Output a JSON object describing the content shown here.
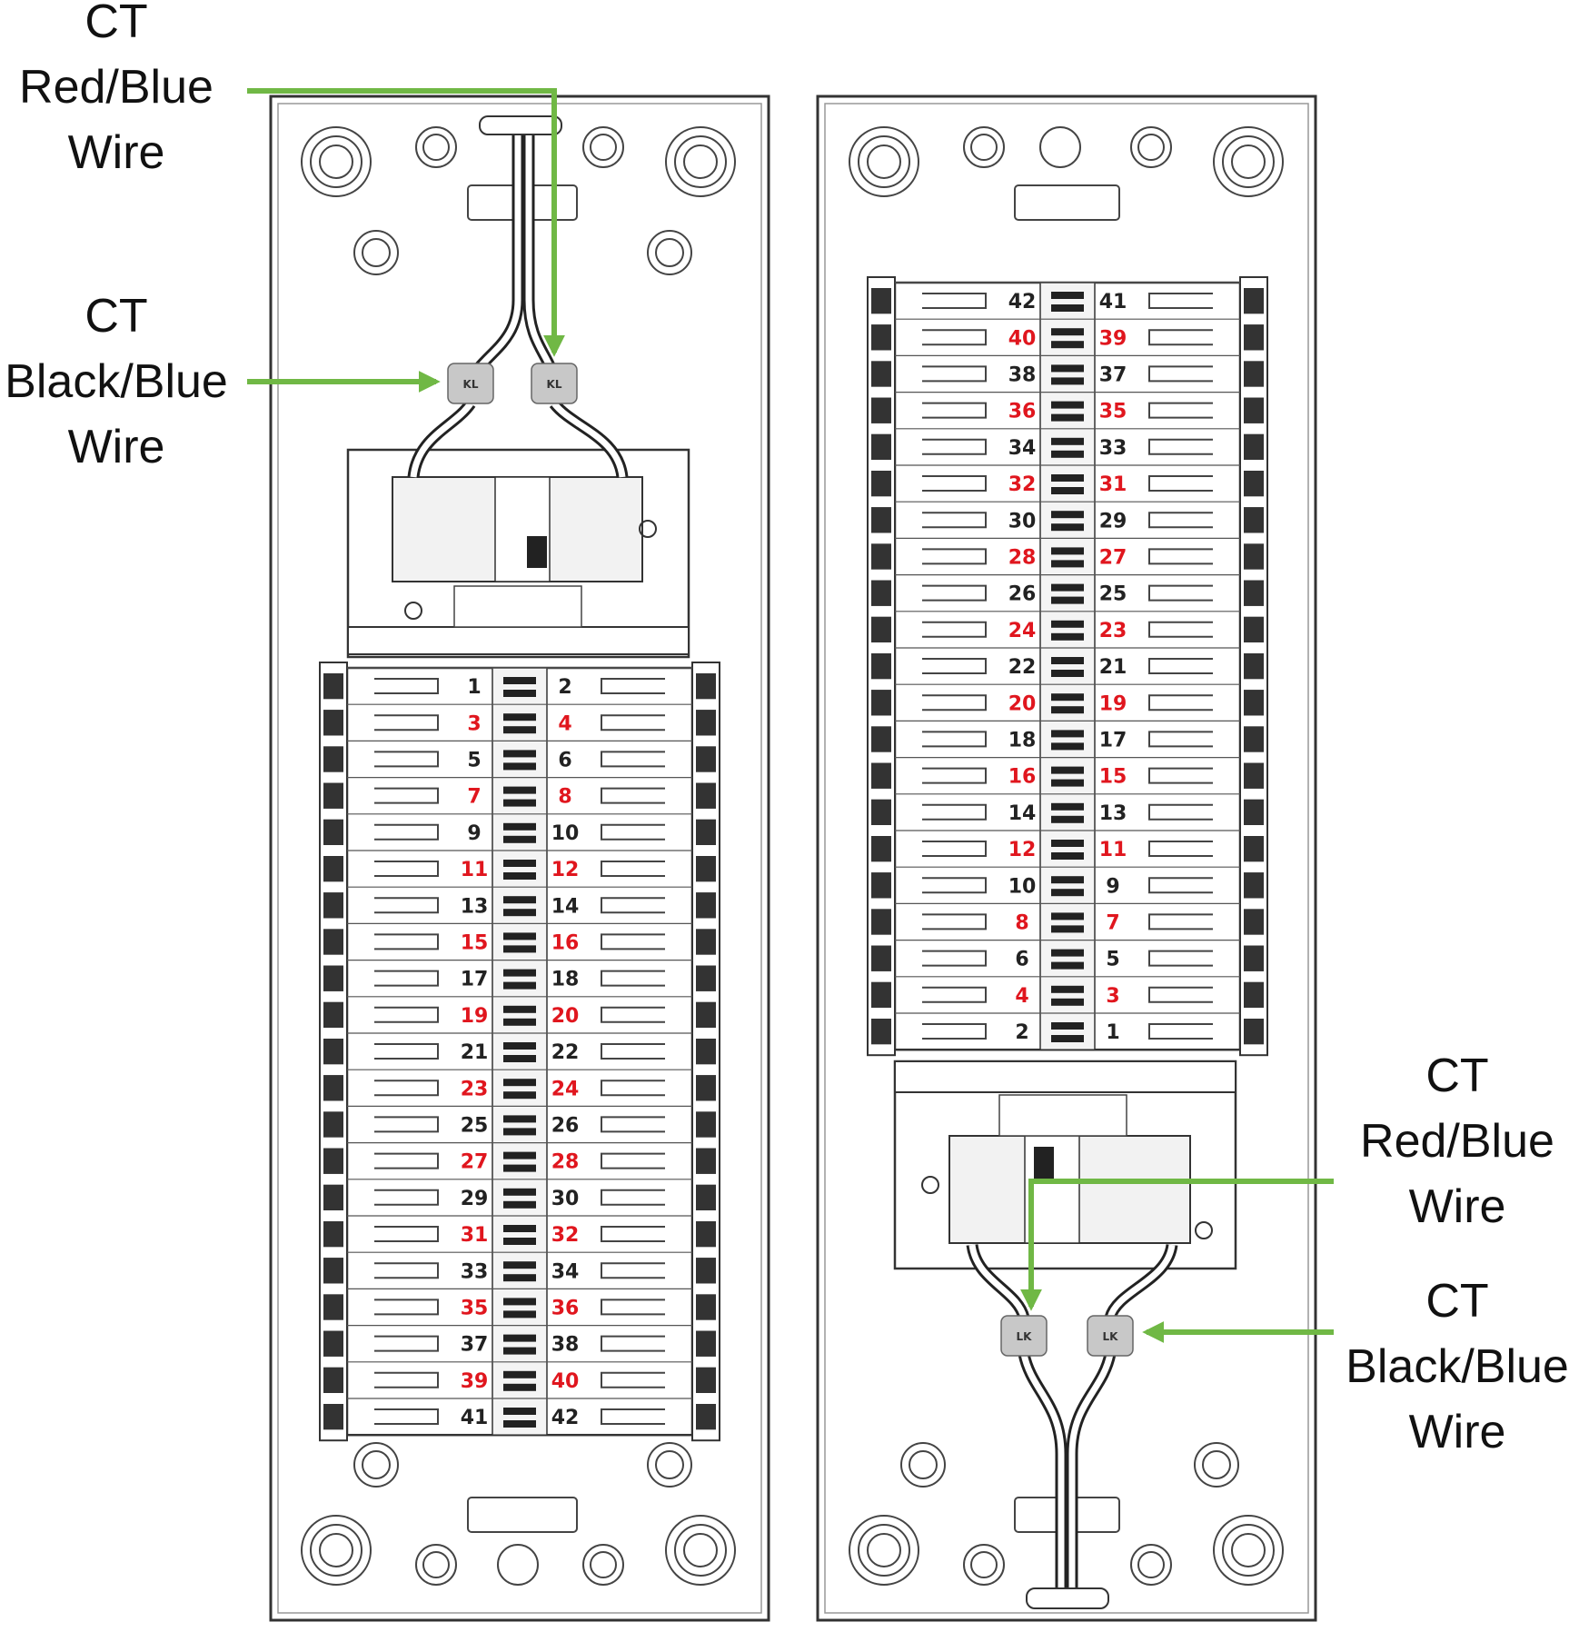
{
  "labels": {
    "left_red": [
      "CT",
      "Red/Blue",
      "Wire"
    ],
    "left_black": [
      "CT",
      "Black/Blue",
      "Wire"
    ],
    "right_red": [
      "CT",
      "Red/Blue",
      "Wire"
    ],
    "right_black": [
      "CT",
      "Black/Blue",
      "Wire"
    ]
  },
  "colors": {
    "arrow": "#70b845",
    "red_number": "#e0161e",
    "black_number": "#222222",
    "connector": "#c8c8c8",
    "outline": "#444444"
  },
  "left_panel": {
    "rows": [
      [
        "1",
        "2"
      ],
      [
        "3",
        "4"
      ],
      [
        "5",
        "6"
      ],
      [
        "7",
        "8"
      ],
      [
        "9",
        "10"
      ],
      [
        "11",
        "12"
      ],
      [
        "13",
        "14"
      ],
      [
        "15",
        "16"
      ],
      [
        "17",
        "18"
      ],
      [
        "19",
        "20"
      ],
      [
        "21",
        "22"
      ],
      [
        "23",
        "24"
      ],
      [
        "25",
        "26"
      ],
      [
        "27",
        "28"
      ],
      [
        "29",
        "30"
      ],
      [
        "31",
        "32"
      ],
      [
        "33",
        "34"
      ],
      [
        "35",
        "36"
      ],
      [
        "37",
        "38"
      ],
      [
        "39",
        "40"
      ],
      [
        "41",
        "42"
      ]
    ],
    "connector_left_text": "KL",
    "connector_right_text": "KL"
  },
  "right_panel": {
    "rows": [
      [
        "42",
        "41"
      ],
      [
        "40",
        "39"
      ],
      [
        "38",
        "37"
      ],
      [
        "36",
        "35"
      ],
      [
        "34",
        "33"
      ],
      [
        "32",
        "31"
      ],
      [
        "30",
        "29"
      ],
      [
        "28",
        "27"
      ],
      [
        "26",
        "25"
      ],
      [
        "24",
        "23"
      ],
      [
        "22",
        "21"
      ],
      [
        "20",
        "19"
      ],
      [
        "18",
        "17"
      ],
      [
        "16",
        "15"
      ],
      [
        "14",
        "13"
      ],
      [
        "12",
        "11"
      ],
      [
        "10",
        "9"
      ],
      [
        "8",
        "7"
      ],
      [
        "6",
        "5"
      ],
      [
        "4",
        "3"
      ],
      [
        "2",
        "1"
      ]
    ],
    "connector_left_text": "LK",
    "connector_right_text": "LK"
  }
}
